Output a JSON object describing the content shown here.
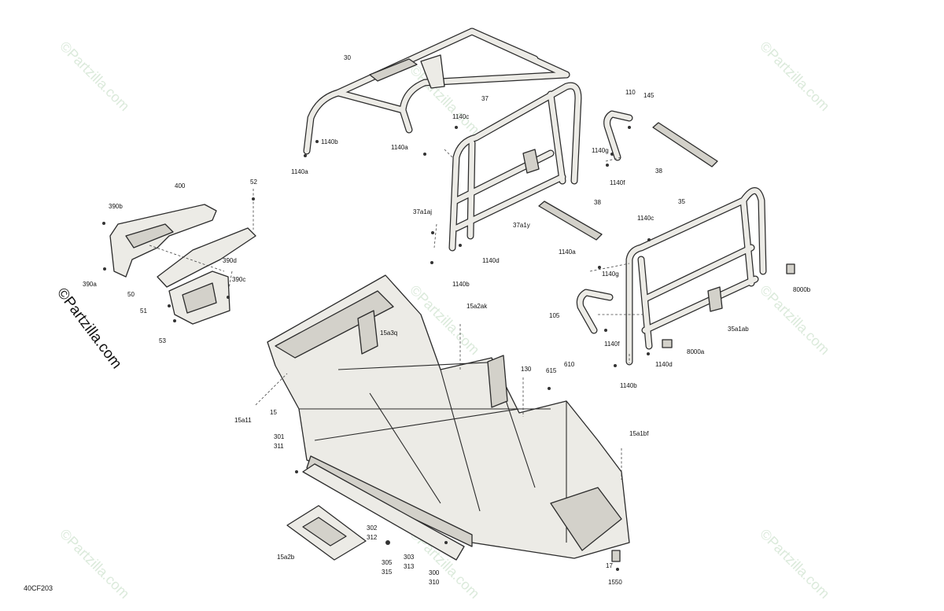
{
  "diagram": {
    "code": "40CF203",
    "watermark": "©Partzilla.com",
    "labels": [
      {
        "id": "30",
        "text": "30"
      },
      {
        "id": "37",
        "text": "37"
      },
      {
        "id": "110",
        "text": "110"
      },
      {
        "id": "145",
        "text": "145"
      },
      {
        "id": "1140c-top",
        "text": "1140c"
      },
      {
        "id": "1140b-top",
        "text": "1140b"
      },
      {
        "id": "1140a-top",
        "text": "1140a"
      },
      {
        "id": "1140a-left",
        "text": "1140a"
      },
      {
        "id": "1140g-top",
        "text": "1140g"
      },
      {
        "id": "1140f-top",
        "text": "1140f"
      },
      {
        "id": "38-right",
        "text": "38"
      },
      {
        "id": "400",
        "text": "400"
      },
      {
        "id": "52",
        "text": "52"
      },
      {
        "id": "390b",
        "text": "390b"
      },
      {
        "id": "390d",
        "text": "390d"
      },
      {
        "id": "390c",
        "text": "390c"
      },
      {
        "id": "390a",
        "text": "390a"
      },
      {
        "id": "50",
        "text": "50"
      },
      {
        "id": "51",
        "text": "51"
      },
      {
        "id": "53",
        "text": "53"
      },
      {
        "id": "37a1aj",
        "text": "37a1aj"
      },
      {
        "id": "38-mid",
        "text": "38"
      },
      {
        "id": "37a1y",
        "text": "37a1y"
      },
      {
        "id": "1140d-top",
        "text": "1140d"
      },
      {
        "id": "1140b-mid",
        "text": "1140b"
      },
      {
        "id": "35",
        "text": "35"
      },
      {
        "id": "1140c-right",
        "text": "1140c"
      },
      {
        "id": "1140a-right",
        "text": "1140a"
      },
      {
        "id": "1140g-right",
        "text": "1140g"
      },
      {
        "id": "8000b",
        "text": "8000b"
      },
      {
        "id": "105",
        "text": "105"
      },
      {
        "id": "35a1ab",
        "text": "35a1ab"
      },
      {
        "id": "1140f-right",
        "text": "1140f"
      },
      {
        "id": "8000a",
        "text": "8000a"
      },
      {
        "id": "1140d-right",
        "text": "1140d"
      },
      {
        "id": "1140b-right",
        "text": "1140b"
      },
      {
        "id": "15a2ak",
        "text": "15a2ak"
      },
      {
        "id": "15a3q",
        "text": "15a3q"
      },
      {
        "id": "130",
        "text": "130"
      },
      {
        "id": "615",
        "text": "615"
      },
      {
        "id": "610",
        "text": "610"
      },
      {
        "id": "15a11",
        "text": "15a11"
      },
      {
        "id": "15",
        "text": "15"
      },
      {
        "id": "15a1bf",
        "text": "15a1bf"
      },
      {
        "id": "301",
        "text": "301"
      },
      {
        "id": "311",
        "text": "311"
      },
      {
        "id": "302",
        "text": "302"
      },
      {
        "id": "312",
        "text": "312"
      },
      {
        "id": "303",
        "text": "303"
      },
      {
        "id": "313",
        "text": "313"
      },
      {
        "id": "305",
        "text": "305"
      },
      {
        "id": "315",
        "text": "315"
      },
      {
        "id": "300",
        "text": "300"
      },
      {
        "id": "310",
        "text": "310"
      },
      {
        "id": "15a2b",
        "text": "15a2b"
      },
      {
        "id": "17",
        "text": "17"
      },
      {
        "id": "1550",
        "text": "1550"
      }
    ]
  }
}
